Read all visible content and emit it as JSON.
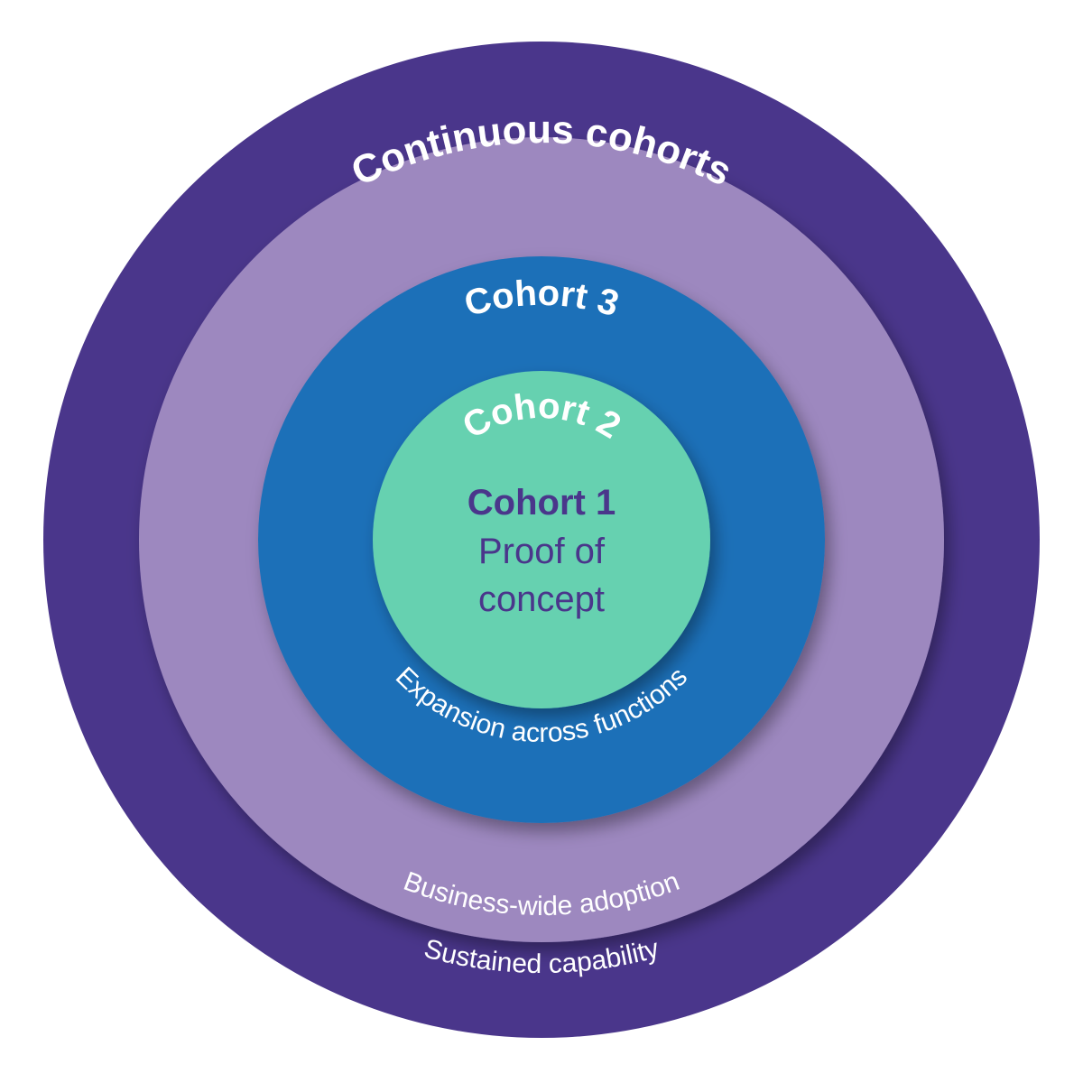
{
  "rings": {
    "outer": {
      "title": "Continuous cohorts",
      "caption": "Sustained capability",
      "color": "#4A368B"
    },
    "third": {
      "title": "Cohort 3",
      "caption": "Business-wide adoption",
      "color": "#9D88BF"
    },
    "second": {
      "title": "Cohort 2",
      "caption": "Expansion across functions",
      "color": "#1F70B8"
    },
    "center": {
      "title": "Cohort 1",
      "line1": "Proof of",
      "line2": "concept",
      "color": "#66D1B0",
      "text_color": "#4A368B"
    }
  }
}
